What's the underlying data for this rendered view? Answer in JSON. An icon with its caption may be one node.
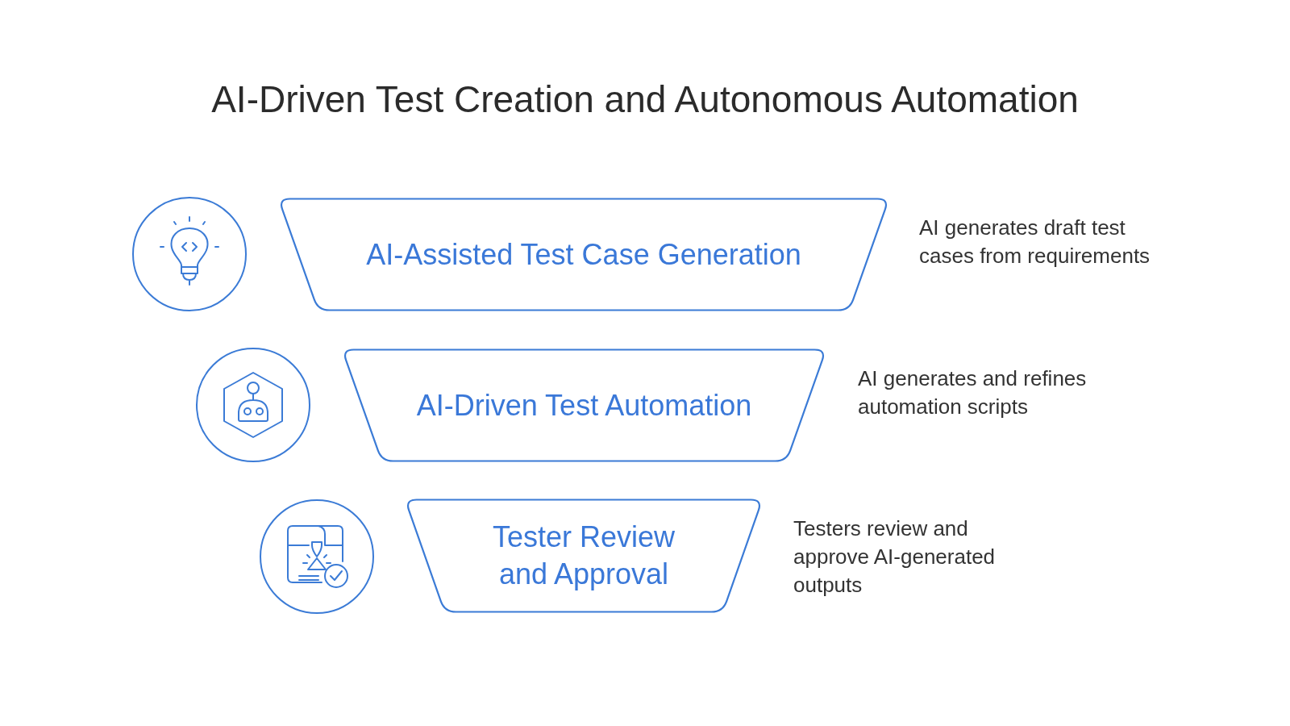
{
  "diagram": {
    "title": "AI-Driven Test Creation and Autonomous Automation",
    "nodes": [
      {
        "text": [
          "AI-Assisted Test Case Generation"
        ],
        "beside": [
          "AI generates draft test cases from requirements"
        ]
      },
      {
        "text": [
          "AI-Driven Test Automation"
        ],
        "beside": [
          "AI generates and refines automation scripts"
        ]
      },
      {
        "text": [
          "Tester Review and Approval"
        ],
        "beside": [
          "Testers review and approve AI-generated outputs"
        ]
      }
    ]
  }
}
